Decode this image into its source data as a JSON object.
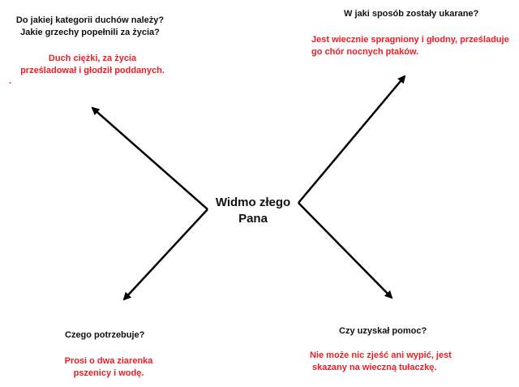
{
  "center": {
    "line1": "Widmo złego",
    "line2": "Pana"
  },
  "top_left": {
    "question_line1": "Do jakiej kategorii duchów należy?",
    "question_line2": "Jakie grzechy popełnili za życia?",
    "answer_line1": "Duch ciężki, za życia",
    "answer_line2": "prześladował i głodził poddanych.",
    "stray_mark": "."
  },
  "top_right": {
    "question": "W jaki sposób zostały ukarane?",
    "answer_line1": "Jest wiecznie spragniony i głodny, prześladuje",
    "answer_line2": "go chór nocnych ptaków."
  },
  "bottom_left": {
    "question": "Czego potrzebuje?",
    "answer_line1": "Prosi o dwa ziarenka",
    "answer_line2": "pszenicy i wodę."
  },
  "bottom_right": {
    "question": "Czy uzyskał pomoc?",
    "answer_line1": "Nie może nic zjeść ani wypić, jest",
    "answer_line2": "skazany na wieczną tułaczkę."
  },
  "colors": {
    "question": "#111111",
    "answer": "#ee1c24",
    "arrow": "#000000"
  }
}
